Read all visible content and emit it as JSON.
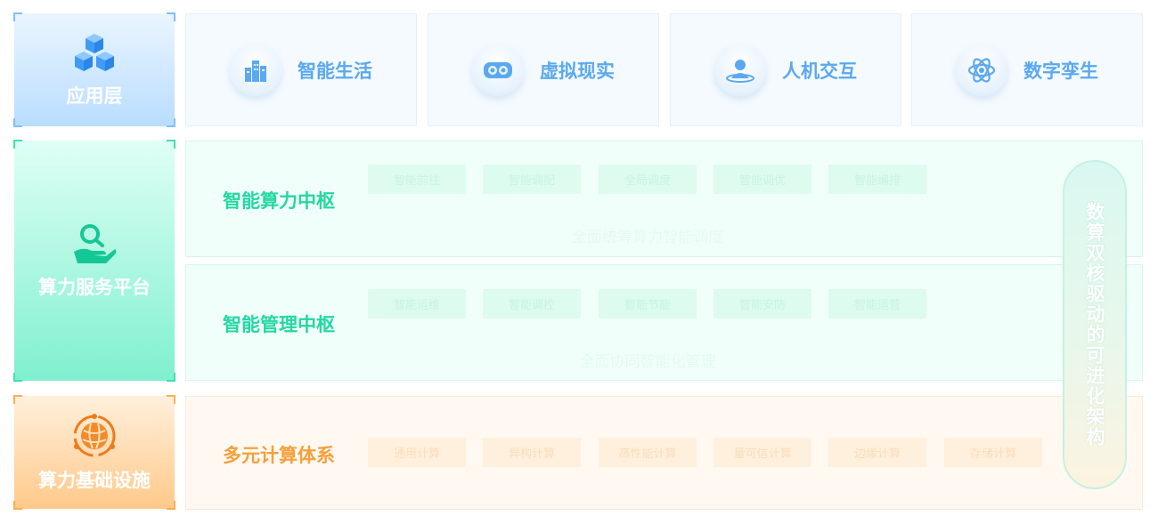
{
  "layers": {
    "application": {
      "label": "应用层",
      "icon": "cubes-icon"
    },
    "platform": {
      "label": "算力服务平台",
      "icon": "hand-search-icon"
    },
    "infrastructure": {
      "label": "算力基础设施",
      "icon": "globe-network-icon"
    }
  },
  "apps": [
    {
      "label": "智能生活",
      "icon": "city-buildings-icon"
    },
    {
      "label": "虚拟现实",
      "icon": "vr-goggles-icon"
    },
    {
      "label": "人机交互",
      "icon": "user-interaction-icon"
    },
    {
      "label": "数字孪生",
      "icon": "atom-icon"
    }
  ],
  "compute_hub": {
    "title": "智能算力中枢",
    "chips": [
      "智能前往",
      "智能调配",
      "全局调度",
      "智能调优",
      "智能编排"
    ],
    "caption": "全面统筹算力智能调度"
  },
  "management_hub": {
    "title": "智能管理中枢",
    "chips": [
      "智能运维",
      "智能调控",
      "智能节能",
      "智能安防",
      "智能运营"
    ],
    "caption": "全面协同智能化管理"
  },
  "infra_system": {
    "title": "多元计算体系",
    "chips": [
      "通用计算",
      "异构计算",
      "高性能计算",
      "量可信计算",
      "边缘计算",
      "存储计算"
    ]
  },
  "vertical_banner": "数算双核驱动的可进化架构",
  "colors": {
    "app_accent": "#5aa9f0",
    "platform_accent": "#24d7a3",
    "infra_accent": "#f5a03a"
  }
}
